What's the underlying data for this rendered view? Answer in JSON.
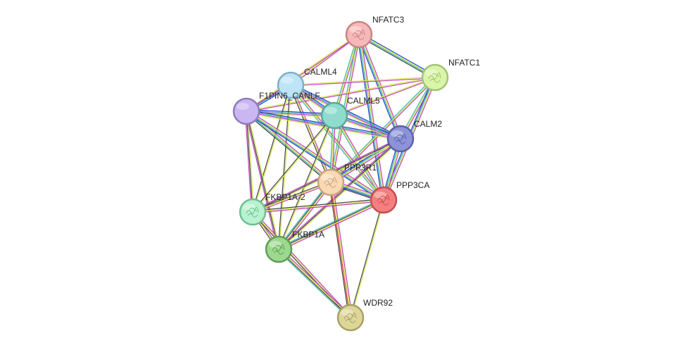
{
  "network": {
    "nodes": [
      {
        "id": "NFATC3",
        "label": "NFATC3",
        "color": "#f7b8b8",
        "border": "#c98585",
        "icon": "protein-structure-icon"
      },
      {
        "id": "NFATC1",
        "label": "NFATC1",
        "color": "#d9f5a8",
        "border": "#a5c27a",
        "icon": "protein-structure-icon"
      },
      {
        "id": "CALML4",
        "label": "CALML4",
        "color": "#bde4f7",
        "border": "#7fb0c9",
        "icon": ""
      },
      {
        "id": "F1PIN6_CANLF",
        "label": "F1PIN6_CANLF",
        "color": "#c9b6f2",
        "border": "#8e7bbd",
        "icon": ""
      },
      {
        "id": "CALML5",
        "label": "CALML5",
        "color": "#8fdccf",
        "border": "#5aa89b",
        "icon": ""
      },
      {
        "id": "CALM2",
        "label": "CALM2",
        "color": "#8c93d9",
        "border": "#5a61a8",
        "icon": "protein-structure-icon"
      },
      {
        "id": "PPP3R1",
        "label": "PPP3R1",
        "color": "#f9d9b3",
        "border": "#c9a479",
        "icon": "protein-structure-icon"
      },
      {
        "id": "PPP3CA",
        "label": "PPP3CA",
        "color": "#f57f7f",
        "border": "#c24f4f",
        "icon": "protein-structure-icon"
      },
      {
        "id": "FKBP1A-2",
        "label": "FKBP1A-2",
        "color": "#b8f2d0",
        "border": "#6fbf92",
        "icon": "protein-structure-icon"
      },
      {
        "id": "FKBP1A",
        "label": "FKBP1A",
        "color": "#9cd98f",
        "border": "#5f9e55",
        "icon": "protein-structure-icon"
      },
      {
        "id": "WDR92",
        "label": "WDR92",
        "color": "#ddd699",
        "border": "#a8a162",
        "icon": "protein-structure-icon"
      }
    ],
    "edges": [
      {
        "source": "NFATC3",
        "target": "NFATC1",
        "colors": [
          "#1f3fcf",
          "#d4e64a",
          "#3ab7b0",
          "#444444"
        ]
      },
      {
        "source": "NFATC3",
        "target": "CALML4",
        "colors": [
          "#c040c0",
          "#d4e64a"
        ]
      },
      {
        "source": "NFATC3",
        "target": "F1PIN6_CANLF",
        "colors": [
          "#c040c0",
          "#d4e64a"
        ]
      },
      {
        "source": "NFATC3",
        "target": "CALML5",
        "colors": [
          "#c040c0",
          "#d4e64a",
          "#3ab7b0"
        ]
      },
      {
        "source": "NFATC3",
        "target": "CALM2",
        "colors": [
          "#c040c0",
          "#d4e64a",
          "#3ab7b0",
          "#1f3fcf"
        ]
      },
      {
        "source": "NFATC3",
        "target": "PPP3R1",
        "colors": [
          "#c040c0",
          "#d4e64a",
          "#3ab7b0"
        ]
      },
      {
        "source": "NFATC3",
        "target": "PPP3CA",
        "colors": [
          "#c040c0",
          "#d4e64a",
          "#3ab7b0",
          "#1f3fcf"
        ]
      },
      {
        "source": "NFATC1",
        "target": "CALML4",
        "colors": [
          "#c040c0",
          "#d4e64a"
        ]
      },
      {
        "source": "NFATC1",
        "target": "F1PIN6_CANLF",
        "colors": [
          "#c040c0",
          "#d4e64a"
        ]
      },
      {
        "source": "NFATC1",
        "target": "CALML5",
        "colors": [
          "#c040c0",
          "#d4e64a"
        ]
      },
      {
        "source": "NFATC1",
        "target": "CALM2",
        "colors": [
          "#c040c0",
          "#d4e64a",
          "#3ab7b0"
        ]
      },
      {
        "source": "NFATC1",
        "target": "PPP3R1",
        "colors": [
          "#c040c0",
          "#d4e64a",
          "#3ab7b0"
        ]
      },
      {
        "source": "NFATC1",
        "target": "PPP3CA",
        "colors": [
          "#c040c0",
          "#d4e64a",
          "#3ab7b0",
          "#1f3fcf"
        ]
      },
      {
        "source": "CALML4",
        "target": "F1PIN6_CANLF",
        "colors": [
          "#1f3fcf",
          "#3ab7b0",
          "#c040c0"
        ]
      },
      {
        "source": "CALML4",
        "target": "CALML5",
        "colors": [
          "#1f3fcf",
          "#3ab7b0",
          "#c040c0",
          "#d4e64a"
        ]
      },
      {
        "source": "CALML4",
        "target": "CALM2",
        "colors": [
          "#1f3fcf",
          "#3ab7b0",
          "#c040c0",
          "#d4e64a"
        ]
      },
      {
        "source": "CALML4",
        "target": "PPP3R1",
        "colors": [
          "#c040c0",
          "#d4e64a",
          "#444444"
        ]
      },
      {
        "source": "CALML4",
        "target": "PPP3CA",
        "colors": [
          "#c040c0",
          "#d4e64a",
          "#3ab7b0"
        ]
      },
      {
        "source": "CALML4",
        "target": "FKBP1A-2",
        "colors": [
          "#d4e64a",
          "#444444"
        ]
      },
      {
        "source": "CALML4",
        "target": "FKBP1A",
        "colors": [
          "#d4e64a",
          "#444444"
        ]
      },
      {
        "source": "F1PIN6_CANLF",
        "target": "CALML5",
        "colors": [
          "#1f3fcf",
          "#3ab7b0",
          "#c040c0",
          "#d4e64a"
        ]
      },
      {
        "source": "F1PIN6_CANLF",
        "target": "CALM2",
        "colors": [
          "#1f3fcf",
          "#3ab7b0",
          "#c040c0",
          "#d4e64a"
        ]
      },
      {
        "source": "F1PIN6_CANLF",
        "target": "PPP3R1",
        "colors": [
          "#c040c0",
          "#d4e64a",
          "#3ab7b0",
          "#444444"
        ]
      },
      {
        "source": "F1PIN6_CANLF",
        "target": "PPP3CA",
        "colors": [
          "#c040c0",
          "#d4e64a",
          "#3ab7b0",
          "#1f3fcf"
        ]
      },
      {
        "source": "F1PIN6_CANLF",
        "target": "FKBP1A-2",
        "colors": [
          "#d4e64a",
          "#444444",
          "#c040c0"
        ]
      },
      {
        "source": "F1PIN6_CANLF",
        "target": "FKBP1A",
        "colors": [
          "#d4e64a",
          "#444444",
          "#c040c0"
        ]
      },
      {
        "source": "CALML5",
        "target": "CALM2",
        "colors": [
          "#1f3fcf",
          "#3ab7b0",
          "#c040c0",
          "#d4e64a"
        ]
      },
      {
        "source": "CALML5",
        "target": "PPP3R1",
        "colors": [
          "#c040c0",
          "#d4e64a",
          "#3ab7b0"
        ]
      },
      {
        "source": "CALML5",
        "target": "PPP3CA",
        "colors": [
          "#c040c0",
          "#d4e64a",
          "#3ab7b0"
        ]
      },
      {
        "source": "CALML5",
        "target": "FKBP1A-2",
        "colors": [
          "#d4e64a",
          "#444444"
        ]
      },
      {
        "source": "CALML5",
        "target": "FKBP1A",
        "colors": [
          "#d4e64a",
          "#444444"
        ]
      },
      {
        "source": "CALM2",
        "target": "PPP3R1",
        "colors": [
          "#c040c0",
          "#d4e64a",
          "#3ab7b0",
          "#1f3fcf"
        ]
      },
      {
        "source": "CALM2",
        "target": "PPP3CA",
        "colors": [
          "#c040c0",
          "#d4e64a",
          "#3ab7b0",
          "#1f3fcf"
        ]
      },
      {
        "source": "CALM2",
        "target": "FKBP1A-2",
        "colors": [
          "#d4e64a",
          "#444444",
          "#c040c0"
        ]
      },
      {
        "source": "CALM2",
        "target": "FKBP1A",
        "colors": [
          "#d4e64a",
          "#444444",
          "#c040c0"
        ]
      },
      {
        "source": "PPP3R1",
        "target": "PPP3CA",
        "colors": [
          "#c040c0",
          "#d4e64a",
          "#3ab7b0",
          "#1f3fcf",
          "#444444"
        ]
      },
      {
        "source": "PPP3R1",
        "target": "FKBP1A-2",
        "colors": [
          "#c040c0",
          "#d4e64a",
          "#444444"
        ]
      },
      {
        "source": "PPP3R1",
        "target": "FKBP1A",
        "colors": [
          "#c040c0",
          "#d4e64a",
          "#444444",
          "#3ab7b0"
        ]
      },
      {
        "source": "PPP3R1",
        "target": "WDR92",
        "colors": [
          "#c040c0",
          "#d4e64a",
          "#e03a3a",
          "#444444"
        ]
      },
      {
        "source": "PPP3CA",
        "target": "FKBP1A-2",
        "colors": [
          "#c040c0",
          "#d4e64a",
          "#444444"
        ]
      },
      {
        "source": "PPP3CA",
        "target": "FKBP1A",
        "colors": [
          "#c040c0",
          "#d4e64a",
          "#444444",
          "#3ab7b0"
        ]
      },
      {
        "source": "PPP3CA",
        "target": "WDR92",
        "colors": [
          "#d4e64a",
          "#444444"
        ]
      },
      {
        "source": "FKBP1A-2",
        "target": "FKBP1A",
        "colors": [
          "#c040c0",
          "#d4e64a",
          "#444444"
        ]
      },
      {
        "source": "FKBP1A-2",
        "target": "WDR92",
        "colors": [
          "#c040c0",
          "#d4e64a",
          "#444444"
        ]
      },
      {
        "source": "FKBP1A",
        "target": "WDR92",
        "colors": [
          "#c040c0",
          "#d4e64a",
          "#444444",
          "#3ab7b0"
        ]
      }
    ]
  }
}
